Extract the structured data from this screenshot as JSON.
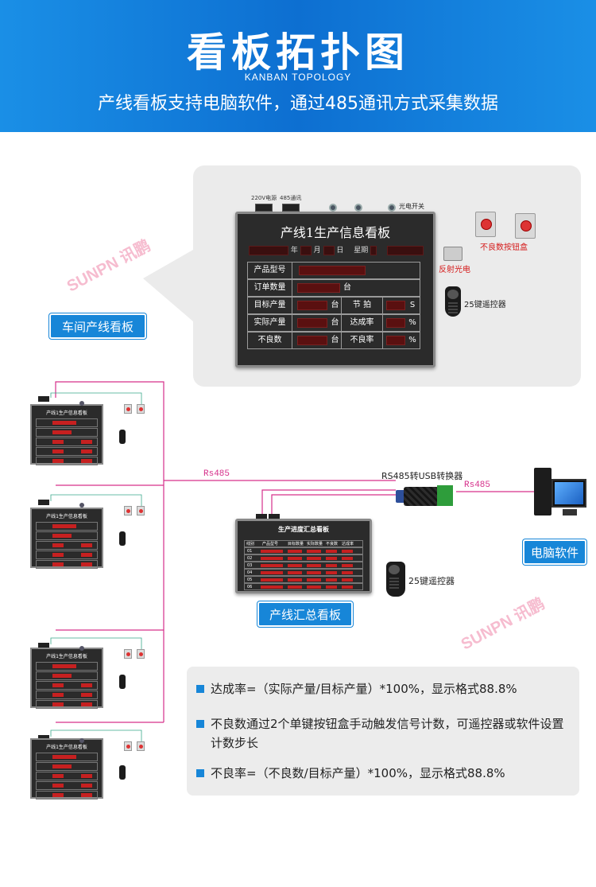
{
  "header": {
    "title": "看板拓扑图",
    "subtitle": "KANBAN TOPOLOGY",
    "description": "产线看板支持电脑软件，通过485通讯方式采集数据"
  },
  "detail": {
    "power_label": "220V电源",
    "comm_label": "485通讯",
    "sensor_label": "光电开关",
    "reflect_label": "反射光电",
    "button_label": "不良数按钮盒",
    "remote_label": "25键遥控器",
    "board": {
      "title": "产线1生产信息看板",
      "date_year": "年",
      "date_month": "月",
      "date_day": "日",
      "date_week": "星期",
      "rows": [
        {
          "label": "产品型号",
          "unit": ""
        },
        {
          "label": "订单数量",
          "unit": "台"
        },
        {
          "label": "目标产量",
          "unit": "台",
          "label2": "节 拍",
          "unit2": "S"
        },
        {
          "label": "实际产量",
          "unit": "台",
          "label2": "达成率",
          "unit2": "%"
        },
        {
          "label": "不良数",
          "unit": "台",
          "label2": "不良率",
          "unit2": "%"
        }
      ]
    }
  },
  "tags": {
    "workshop_board": "车间产线看板",
    "summary_board": "产线汇总看板",
    "pc_software": "电脑软件"
  },
  "connections": {
    "rs485_left": "Rs485",
    "rs485_right": "Rs485",
    "converter_label": "RS485转USB转换器"
  },
  "summary_board": {
    "title": "生产进度汇总看板",
    "headers": [
      "线别",
      "产品型号",
      "目标数量",
      "实际数量",
      "不良数",
      "达成率"
    ],
    "rows": [
      "01",
      "02",
      "03",
      "04",
      "05",
      "06"
    ],
    "remote_label": "25键遥控器"
  },
  "small_board": {
    "title": "产线1生产信息看板"
  },
  "watermark": {
    "brand_latin": "SUNPN",
    "brand_cn": "讯鹏"
  },
  "notes": [
    "达成率=（实际产量/目标产量）*100%，显示格式88.8%",
    "不良数通过2个单键按钮盒手动触发信号计数，可遥控器或软件设置计数步长",
    "不良率=（不良数/目标产量）*100%，显示格式88.8%"
  ],
  "colors": {
    "header_blue": "#0d6fd1",
    "tag_blue": "#1786d8",
    "wire_pink": "#d6308b",
    "wire_teal": "#3aa88a",
    "wire_blue": "#3b7fd0",
    "led_red": "#ff2a2a"
  }
}
